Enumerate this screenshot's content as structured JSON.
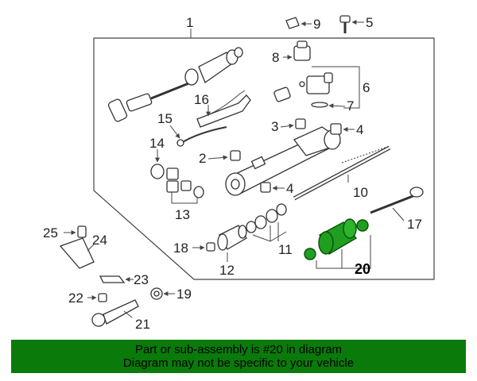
{
  "diagram": {
    "frame_color": "#444444",
    "highlight_color": "#1f9e1f",
    "labels": {
      "p1": "1",
      "p2": "2",
      "p3": "3",
      "p4a": "4",
      "p4b": "4",
      "p5": "5",
      "p6": "6",
      "p7": "7",
      "p8": "8",
      "p9": "9",
      "p10": "10",
      "p11": "11",
      "p12": "12",
      "p13": "13",
      "p14": "14",
      "p15": "15",
      "p16": "16",
      "p17": "17",
      "p18": "18",
      "p19": "19",
      "p20": "20",
      "p21": "21",
      "p22": "22",
      "p23": "23",
      "p24": "24",
      "p25": "25"
    }
  },
  "banner": {
    "background": "#0a7a0a",
    "line1": "Part or sub-assembly is #20 in diagram",
    "line2": "Diagram may not be specific to your vehicle"
  }
}
